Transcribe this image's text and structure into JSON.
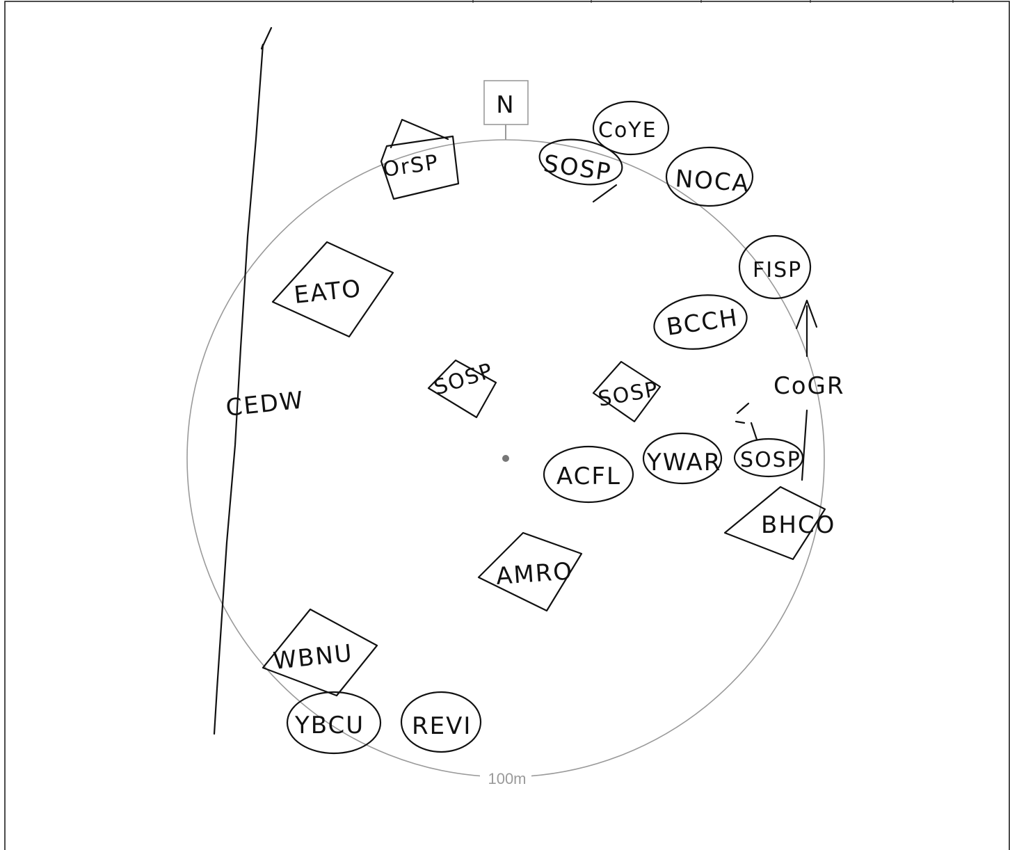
{
  "north_label": "N",
  "scale_label": "100m",
  "edge_label": "CEDW",
  "flight_label": "CoGR",
  "birds": [
    {
      "code": "OrSP"
    },
    {
      "code": "SOSP"
    },
    {
      "code": "CoYE"
    },
    {
      "code": "NOCA"
    },
    {
      "code": "EATO"
    },
    {
      "code": "FISP"
    },
    {
      "code": "BCCH"
    },
    {
      "code": "SOSP"
    },
    {
      "code": "SOSP"
    },
    {
      "code": "ACFL"
    },
    {
      "code": "YWAR"
    },
    {
      "code": "SOSP"
    },
    {
      "code": "BHCO"
    },
    {
      "code": "AMRO"
    },
    {
      "code": "WBNU"
    },
    {
      "code": "YBCU"
    },
    {
      "code": "REVI"
    }
  ],
  "colors": {
    "ink": "#111111",
    "guide": "#9a9a9a"
  }
}
